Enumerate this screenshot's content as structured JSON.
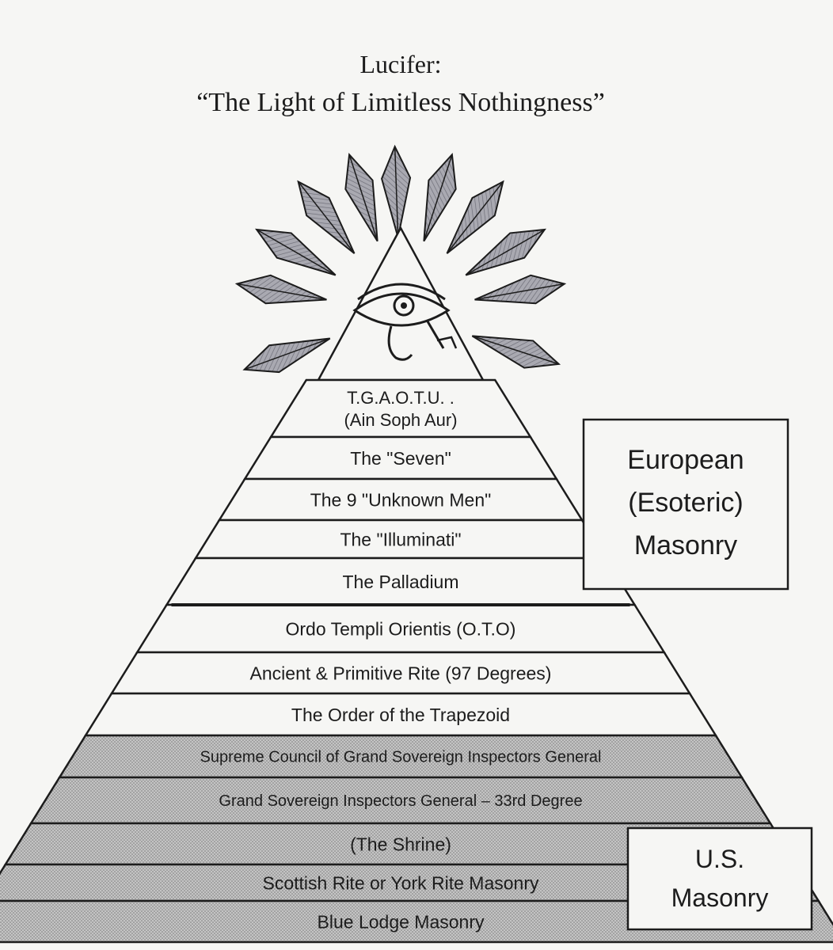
{
  "title": {
    "line1": "Lucifer:",
    "line2": "“The Light of Limitless Nothingness”"
  },
  "apex": {
    "icon": "eye-of-providence-icon",
    "ray_icon": "feather-ray-icon"
  },
  "tiers": [
    {
      "lines": [
        "T.G.A.O.T.U. .",
        "(Ain Soph Aur)"
      ],
      "shaded": false
    },
    {
      "lines": [
        "The \"Seven\""
      ],
      "shaded": false
    },
    {
      "lines": [
        "The 9 \"Unknown Men\""
      ],
      "shaded": false
    },
    {
      "lines": [
        "The \"Illuminati\""
      ],
      "shaded": false
    },
    {
      "lines": [
        "The Palladium"
      ],
      "shaded": false
    },
    {
      "lines": [
        "Ordo Templi Orientis (O.T.O)"
      ],
      "shaded": false
    },
    {
      "lines": [
        "Ancient & Primitive Rite (97 Degrees)"
      ],
      "shaded": false
    },
    {
      "lines": [
        "The Order of the Trapezoid"
      ],
      "shaded": false
    },
    {
      "lines": [
        "Supreme Council of Grand Sovereign Inspectors General"
      ],
      "shaded": true
    },
    {
      "lines": [
        "Grand Sovereign Inspectors General – 33rd Degree"
      ],
      "shaded": true
    },
    {
      "lines": [
        "(The Shrine)"
      ],
      "shaded": true
    },
    {
      "lines": [
        "Scottish Rite or York Rite Masonry"
      ],
      "shaded": true
    },
    {
      "lines": [
        "Blue Lodge Masonry"
      ],
      "shaded": true
    }
  ],
  "boxes": {
    "european": [
      "European",
      "(Esoteric)",
      "Masonry"
    ],
    "us": [
      "U.S.",
      "Masonry"
    ]
  },
  "colors": {
    "ink": "#1c1c1c",
    "paper": "#f6f6f4",
    "shade": "#b9b9b9",
    "ray_fill": "#9a9aa2"
  }
}
